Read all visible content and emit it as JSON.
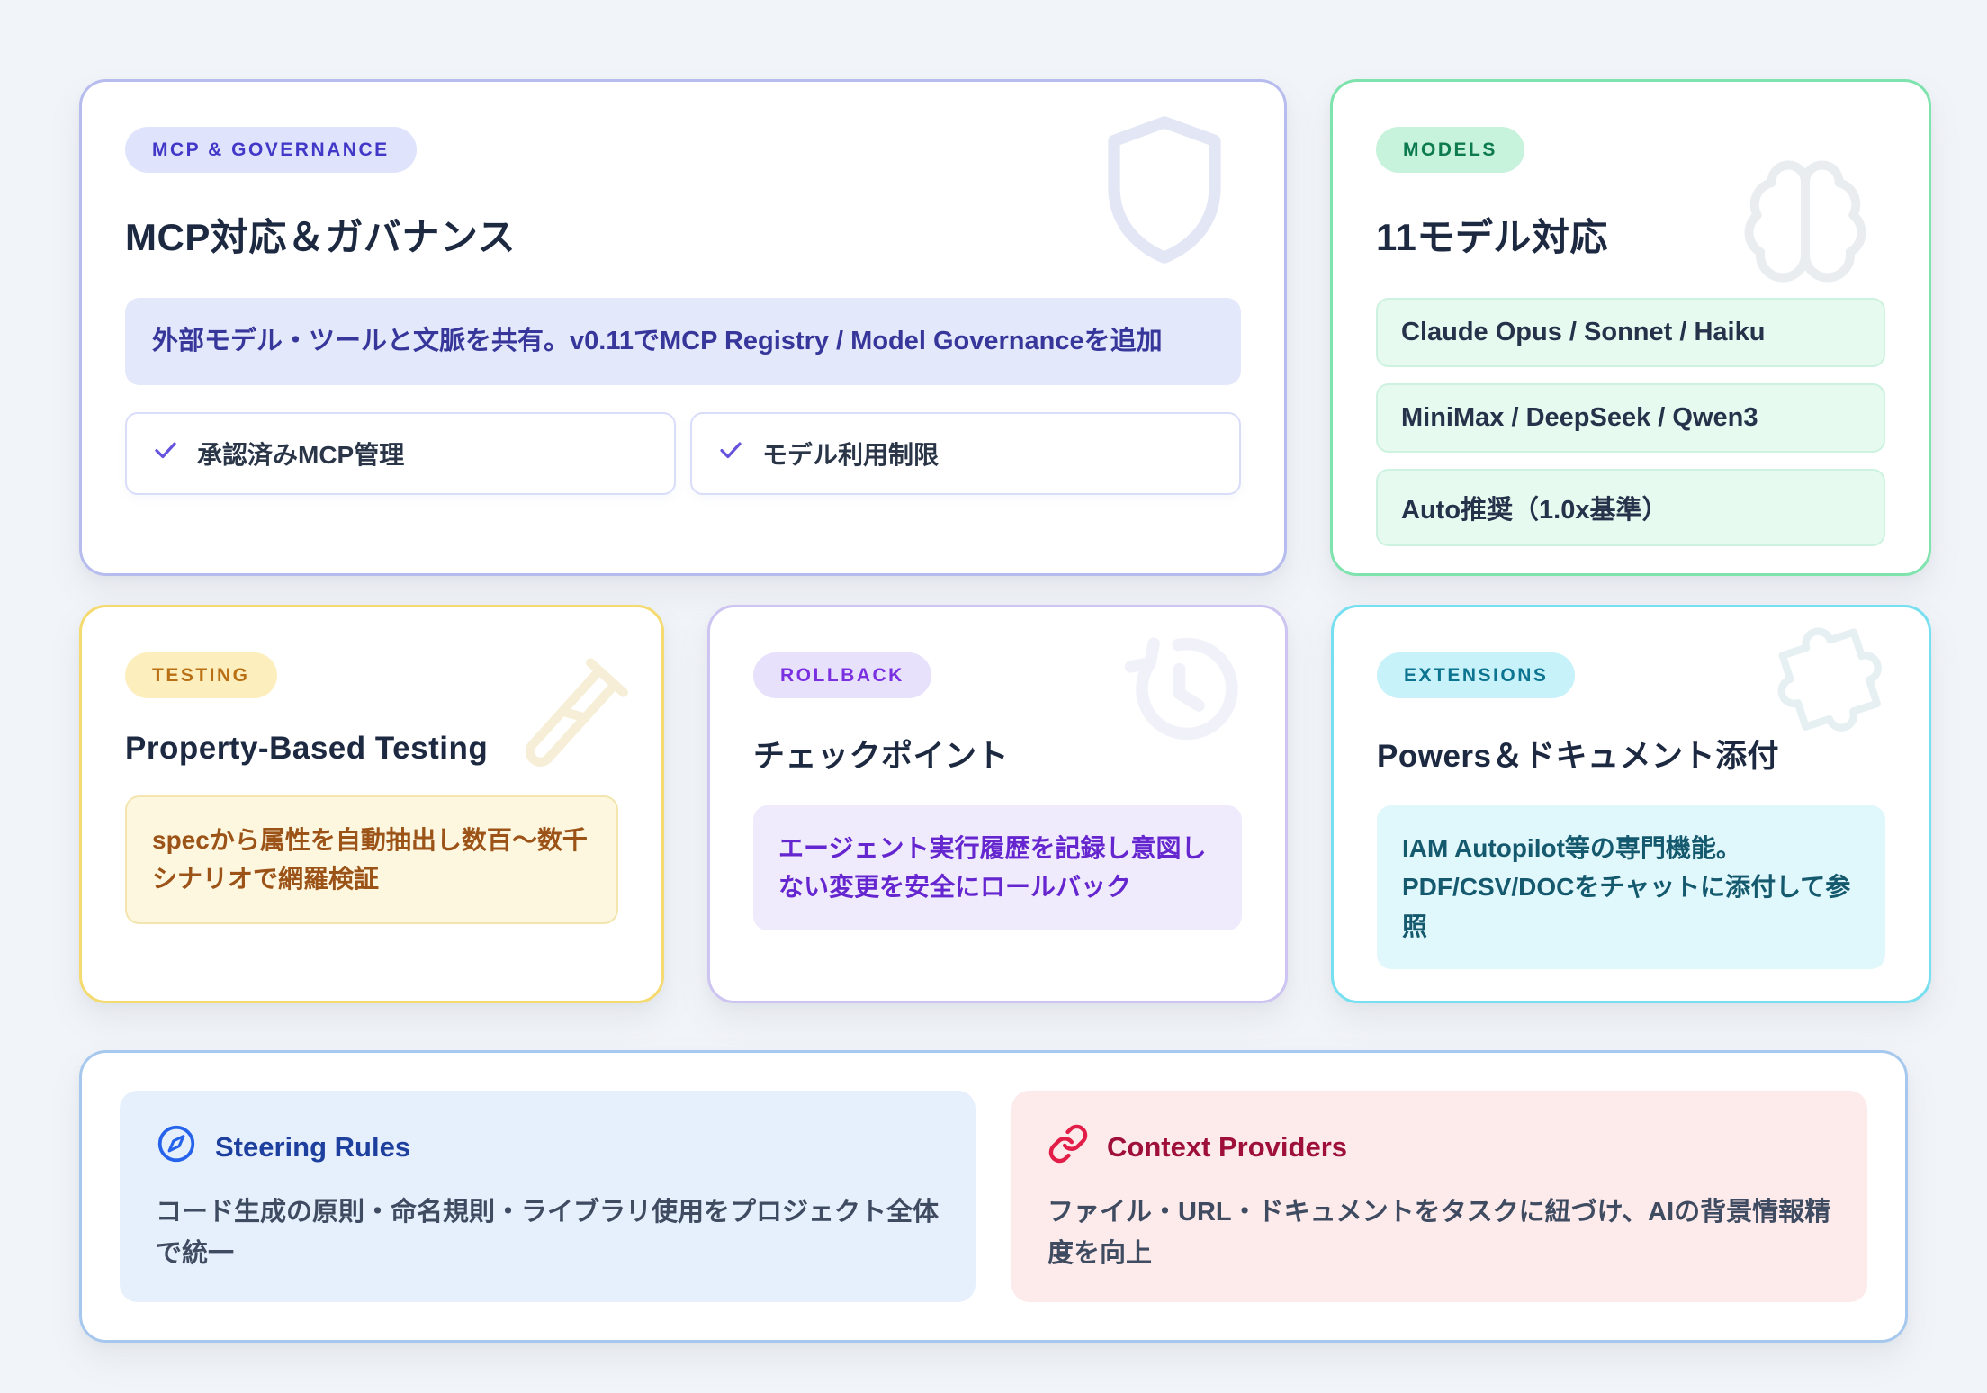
{
  "cards": {
    "mcp": {
      "badge": "MCP & GOVERNANCE",
      "title": "MCP対応＆ガバナンス",
      "description": "外部モデル・ツールと文脈を共有。v0.11でMCP Registry / Model Governanceを追加",
      "checks": [
        "承認済みMCP管理",
        "モデル利用制限"
      ]
    },
    "models": {
      "badge": "MODELS",
      "title": "11モデル対応",
      "items": [
        "Claude Opus / Sonnet / Haiku",
        "MiniMax / DeepSeek / Qwen3",
        "Auto推奨（1.0x基準）"
      ]
    },
    "testing": {
      "badge": "TESTING",
      "title": "Property-Based Testing",
      "description": "specから属性を自動抽出し数百〜数千シナリオで網羅検証"
    },
    "rollback": {
      "badge": "ROLLBACK",
      "title": "チェックポイント",
      "description": "エージェント実行履歴を記録し意図しない変更を安全にロールバック"
    },
    "extensions": {
      "badge": "EXTENSIONS",
      "title": "Powers＆ドキュメント添付",
      "description": "IAM Autopilot等の専門機能。PDF/CSV/DOCをチャットに添付して参照"
    }
  },
  "bottom": {
    "steering": {
      "title": "Steering Rules",
      "description": "コード生成の原則・命名規則・ライブラリ使用をプロジェクト全体で統一"
    },
    "context": {
      "title": "Context Providers",
      "description": "ファイル・URL・ドキュメントをタスクに紐づけ、AIの背景情報精度を向上"
    }
  },
  "icons": {
    "mcp_watermark": "shield-icon",
    "models_watermark": "brain-icon",
    "testing_watermark": "test-tube-icon",
    "rollback_watermark": "history-icon",
    "extensions_watermark": "puzzle-icon",
    "check": "✓",
    "steering": "compass-icon",
    "context": "link-icon"
  },
  "colors": {
    "page_bg": "#f1f4f8",
    "mcp_accent": "#4238c8",
    "models_accent": "#0d7a50",
    "testing_accent": "#b96f14",
    "rollback_accent": "#7a2fe0",
    "extensions_accent": "#0c7490",
    "steering_accent": "#2563eb",
    "context_accent": "#e11d48"
  }
}
